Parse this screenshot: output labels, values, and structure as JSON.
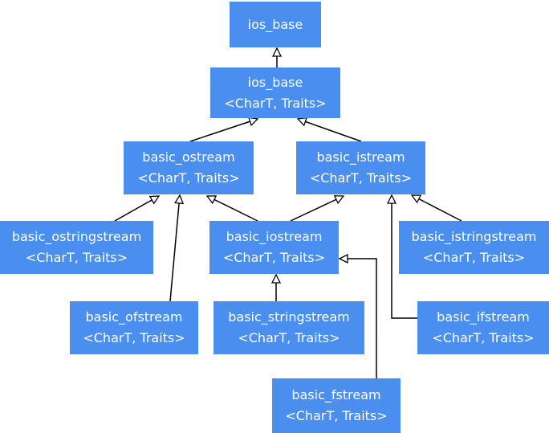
{
  "nodes": {
    "ios_base_root": {
      "line1": "ios_base"
    },
    "ios_base_template": {
      "line1": "ios_base",
      "line2": "<CharT, Traits>"
    },
    "basic_ostream": {
      "line1": "basic_ostream",
      "line2": "<CharT, Traits>"
    },
    "basic_istream": {
      "line1": "basic_istream",
      "line2": "<CharT, Traits>"
    },
    "basic_ostringstream": {
      "line1": "basic_ostringstream",
      "line2": "<CharT, Traits>"
    },
    "basic_iostream": {
      "line1": "basic_iostream",
      "line2": "<CharT, Traits>"
    },
    "basic_istringstream": {
      "line1": "basic_istringstream",
      "line2": "<CharT, Traits>"
    },
    "basic_ofstream": {
      "line1": "basic_ofstream",
      "line2": "<CharT, Traits>"
    },
    "basic_stringstream": {
      "line1": "basic_stringstream",
      "line2": "<CharT, Traits>"
    },
    "basic_ifstream": {
      "line1": "basic_ifstream",
      "line2": "<CharT, Traits>"
    },
    "basic_fstream": {
      "line1": "basic_fstream",
      "line2": "<CharT, Traits>"
    }
  },
  "colors": {
    "node_fill": "#4a8fef",
    "node_text": "#ffffff",
    "edge": "#000000"
  }
}
